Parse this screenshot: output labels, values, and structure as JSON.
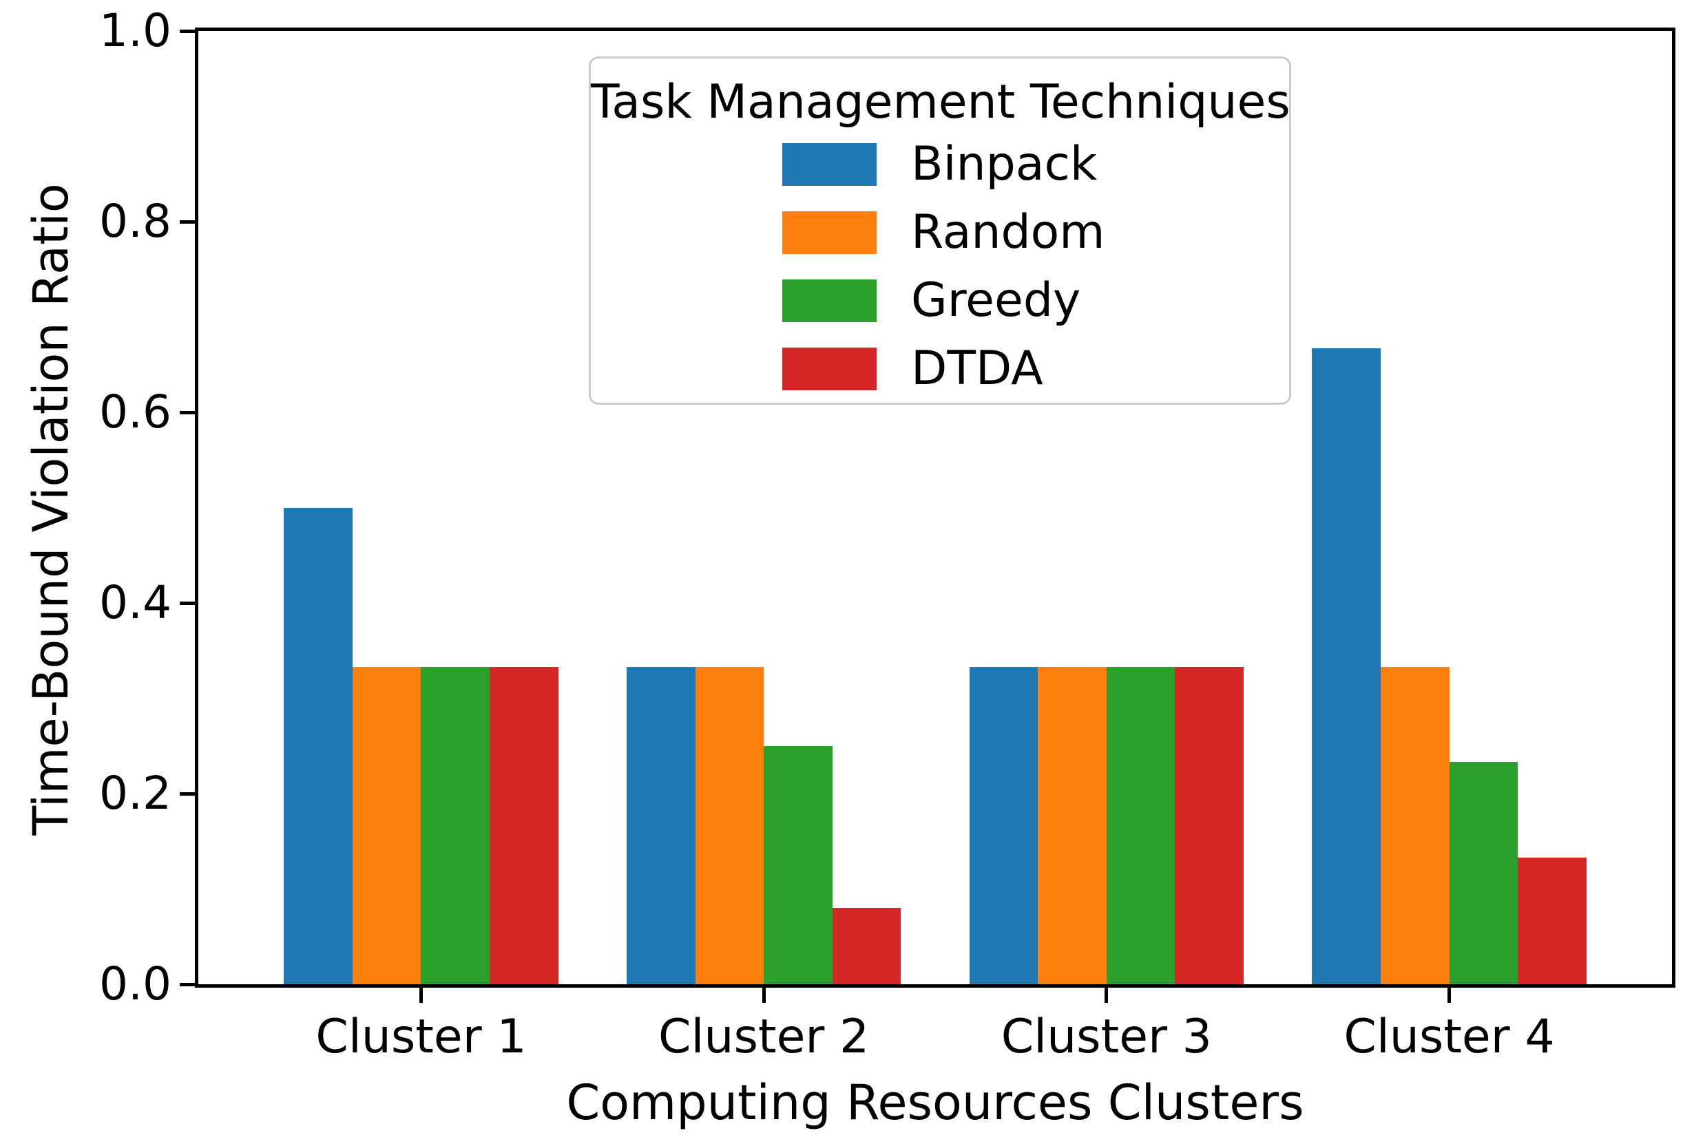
{
  "chart_data": {
    "type": "bar",
    "title": "",
    "xlabel": "Computing Resources Clusters",
    "ylabel": "Time-Bound Violation Ratio",
    "categories": [
      "Cluster 1",
      "Cluster 2",
      "Cluster 3",
      "Cluster 4"
    ],
    "series": [
      {
        "name": "Binpack",
        "color": "#1f77b4",
        "values": [
          0.5,
          0.333,
          0.333,
          0.667
        ]
      },
      {
        "name": "Random",
        "color": "#ff7f0e",
        "values": [
          0.333,
          0.333,
          0.333,
          0.333
        ]
      },
      {
        "name": "Greedy",
        "color": "#2ca02c",
        "values": [
          0.333,
          0.25,
          0.333,
          0.233
        ]
      },
      {
        "name": "DTDA",
        "color": "#d62728",
        "values": [
          0.333,
          0.08,
          0.333,
          0.133
        ]
      }
    ],
    "y_ticks": [
      "0.0",
      "0.2",
      "0.4",
      "0.6",
      "0.8",
      "1.0"
    ],
    "ylim": [
      0,
      1.0
    ],
    "legend_title": "Task Management Techniques",
    "legend_position": "upper center inside",
    "grid": false,
    "bar_width_fraction": 0.2,
    "group_width_fraction": 0.8,
    "spine_color": "#000000",
    "legend_border_color": "#cccccc",
    "background_color": "#ffffff"
  }
}
